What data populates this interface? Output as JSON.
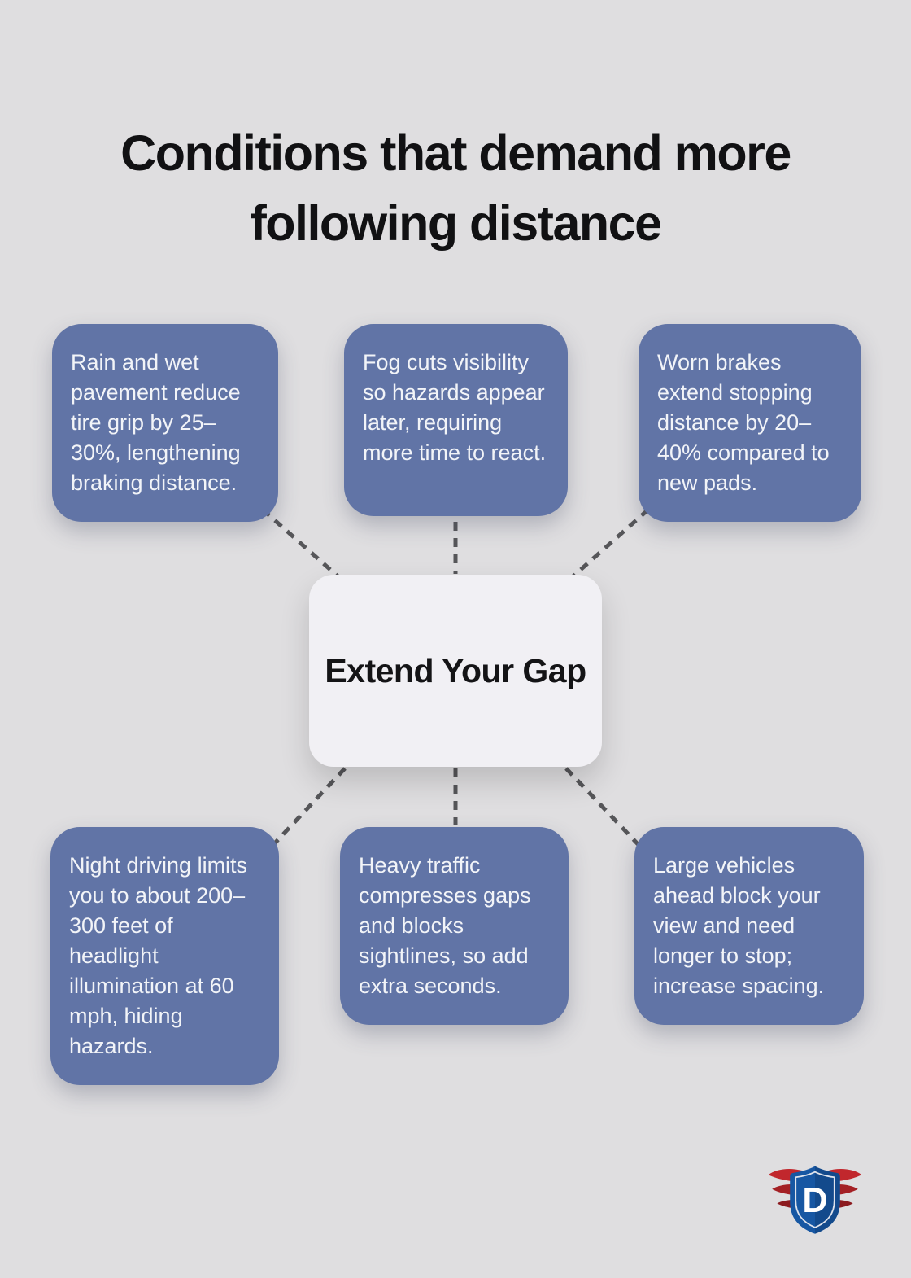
{
  "title": {
    "line1": "Conditions that demand more",
    "line2": "following distance"
  },
  "center_node": {
    "label": "Extend Your Gap"
  },
  "cards": [
    {
      "name": "rain-wet-pavement",
      "text": "Rain and wet pavement reduce tire grip by 25–30%, lengthening braking distance."
    },
    {
      "name": "fog-visibility",
      "text": "Fog cuts visibility so hazards appear later, requiring more time to react."
    },
    {
      "name": "worn-brakes",
      "text": "Worn brakes extend stopping distance by 20–40% compared to new pads."
    },
    {
      "name": "night-driving",
      "text": "Night driving limits you to about 200–300 feet of headlight illumination at 60 mph, hiding hazards."
    },
    {
      "name": "heavy-traffic",
      "text": "Heavy traffic compresses gaps and blocks sightlines, so add extra seconds."
    },
    {
      "name": "large-vehicles",
      "text": "Large vehicles ahead block your view and need longer to stop; increase spacing."
    }
  ],
  "logo": {
    "letter": "D",
    "shield_color": "#1757a3",
    "wing_color_bright": "#c1272d",
    "wing_color_mid": "#a42025",
    "wing_color_dark": "#8c1a1f"
  },
  "colors": {
    "background": "#dfdee0",
    "card_blue": "#6174a6",
    "card_text": "#f2f4f8",
    "center_bg": "#f1f0f4",
    "connector": "#565659",
    "title_text": "#111113"
  }
}
